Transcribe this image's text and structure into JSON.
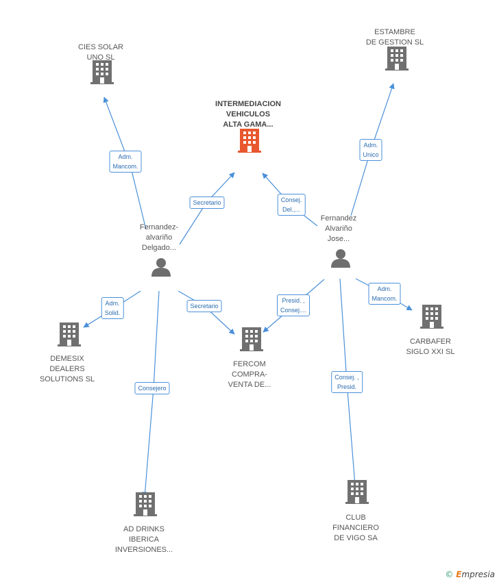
{
  "colors": {
    "edge": "#4a90d9",
    "building": "#707070",
    "main_building": "#e8572f",
    "person": "#6e6e6e"
  },
  "companies": [
    {
      "id": "main",
      "label": [
        "INTERMEDIACION",
        "VEHICULOS",
        "ALTA GAMA..."
      ],
      "main": true
    },
    {
      "id": "cies",
      "label": [
        "CIES SOLAR",
        "UNO SL"
      ]
    },
    {
      "id": "estambre",
      "label": [
        "ESTAMBRE",
        "DE GESTION SL"
      ]
    },
    {
      "id": "demesix",
      "label": [
        "DEMESIX",
        "DEALERS",
        "SOLUTIONS SL"
      ]
    },
    {
      "id": "fercom",
      "label": [
        "FERCOM",
        "COMPRA-",
        "VENTA DE..."
      ]
    },
    {
      "id": "carbafer",
      "label": [
        "CARBAFER",
        "SIGLO XXI SL"
      ]
    },
    {
      "id": "ad",
      "label": [
        "AD DRINKS",
        "IBERICA",
        "INVERSIONES..."
      ]
    },
    {
      "id": "club",
      "label": [
        "CLUB",
        "FINANCIERO",
        "DE VIGO SA"
      ]
    }
  ],
  "persons": [
    {
      "id": "p1",
      "label": [
        "Fernandez-",
        "alvariño",
        "Delgado..."
      ]
    },
    {
      "id": "p2",
      "label": [
        "Fernandez",
        "Alvariño",
        "Jose..."
      ]
    }
  ],
  "relations": [
    {
      "from": "p1",
      "to": "cies",
      "label": [
        "Adm.",
        "Mancom."
      ]
    },
    {
      "from": "p1",
      "to": "main",
      "label": [
        "Secretario"
      ]
    },
    {
      "from": "p1",
      "to": "demesix",
      "label": [
        "Adm.",
        "Solid."
      ]
    },
    {
      "from": "p1",
      "to": "fercom",
      "label": [
        "Secretario"
      ]
    },
    {
      "from": "p1",
      "to": "ad",
      "label": [
        "Consejero"
      ]
    },
    {
      "from": "p2",
      "to": "main",
      "label": [
        "Consej.",
        "Del.,..."
      ]
    },
    {
      "from": "p2",
      "to": "estambre",
      "label": [
        "Adm.",
        "Unico"
      ]
    },
    {
      "from": "p2",
      "to": "fercom",
      "label": [
        "Presid. ,",
        "Consej...."
      ]
    },
    {
      "from": "p2",
      "to": "carbafer",
      "label": [
        "Adm.",
        "Mancom."
      ]
    },
    {
      "from": "p2",
      "to": "club",
      "label": [
        "Consej. ,",
        "Presid."
      ]
    }
  ],
  "footer": {
    "copyright": "©",
    "brand_first": "E",
    "brand_rest": "mpresia"
  }
}
